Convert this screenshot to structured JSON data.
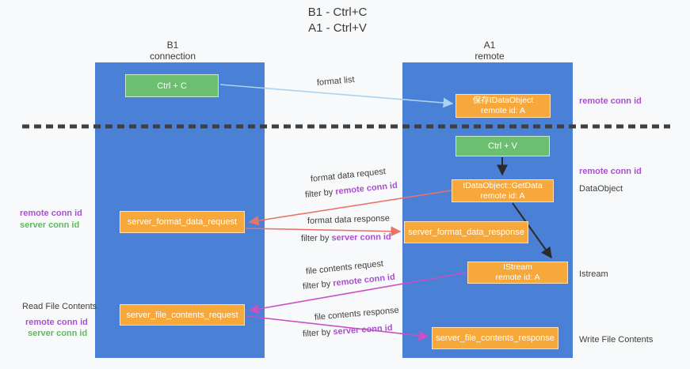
{
  "title": {
    "line1": "B1 - Ctrl+C",
    "line2": "A1 - Ctrl+V"
  },
  "lifelines": {
    "left": {
      "name": "B1",
      "role": "connection"
    },
    "right": {
      "name": "A1",
      "role": "remote"
    }
  },
  "nodes": {
    "ctrl_c": {
      "label": "Ctrl + C"
    },
    "ctrl_v": {
      "label": "Ctrl + V"
    },
    "save_dataobject": {
      "line1": "保存IDataObject",
      "line2": "remote id: A"
    },
    "getdata": {
      "line1": "IDataObject::GetData",
      "line2": "remote id: A"
    },
    "istream": {
      "line1": "IStream",
      "line2": "remote id: A"
    },
    "format_request": {
      "label": "server_format_data_request"
    },
    "format_response": {
      "label": "server_format_data_response"
    },
    "file_request": {
      "label": "server_file_contents_request"
    },
    "file_response": {
      "label": "server_file_contents_response"
    }
  },
  "edges": {
    "format_list": {
      "label": "format list"
    },
    "format_request": {
      "line1": "format data request",
      "filter_prefix": "filter by ",
      "filter_key": "remote conn id"
    },
    "format_response": {
      "line1": "format data response",
      "filter_prefix": "filter by ",
      "filter_key": "server conn id"
    },
    "file_request": {
      "line1": "file contents request",
      "filter_prefix": "filter by ",
      "filter_key": "remote conn id"
    },
    "file_response": {
      "line1": "file contents response",
      "filter_prefix": "filter by ",
      "filter_key": "server conn id"
    }
  },
  "annotations": {
    "right": {
      "remote_conn_id_top": "remote conn id",
      "remote_conn_id_mid": "remote conn id",
      "dataobject": "DataObject",
      "istream": "Istream",
      "write_file": "Write File Contents"
    },
    "left": {
      "remote_conn_id_mid": "remote conn id",
      "server_conn_id_mid": "server conn id",
      "read_file": "Read File Contents",
      "remote_conn_id_bottom": "remote conn id",
      "server_conn_id_bottom": "server conn id"
    }
  },
  "colors": {
    "lifeline_blue": "#4a80d5",
    "box_green": "#6cbf70",
    "box_orange": "#f6a83b",
    "purple_text": "#ab4fd0",
    "green_text": "#62b862",
    "arrow_salmon": "#e8736b",
    "arrow_magenta": "#cb4fc5",
    "arrow_light_blue": "#a9d3ee",
    "arrow_black": "#2b2b2b",
    "divider_dark": "#3f3f3f"
  }
}
